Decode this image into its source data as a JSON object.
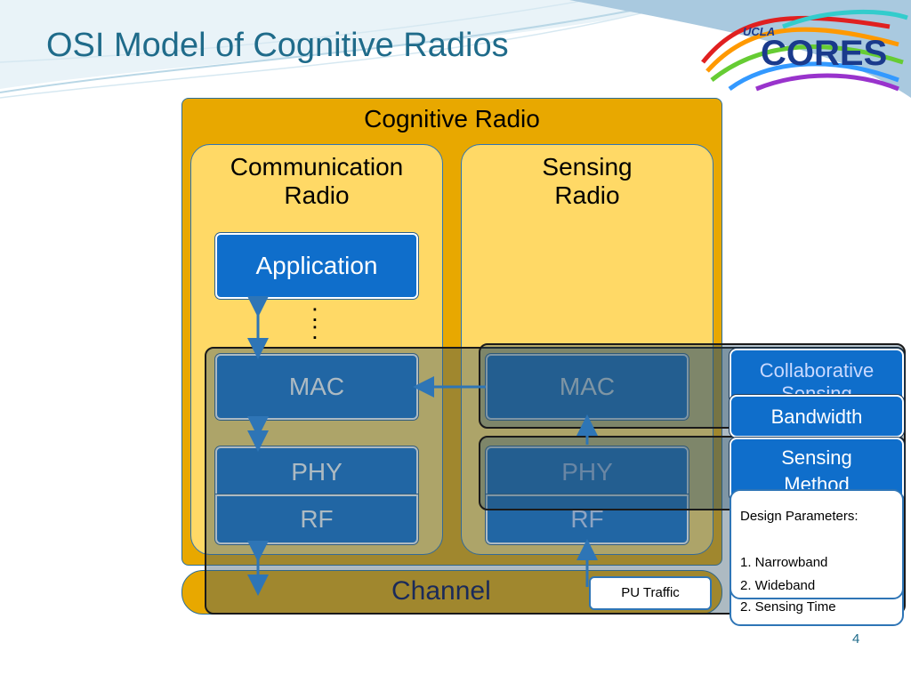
{
  "slide": {
    "title": "OSI Model of Cognitive Radios",
    "page_number": "4"
  },
  "logo": {
    "small_text": "UCLA",
    "main_text": "CORES"
  },
  "diagram": {
    "outer_label": "Cognitive Radio",
    "comm_radio": {
      "title_line1": "Communication",
      "title_line2": "Radio",
      "layers": [
        "Application",
        "MAC",
        "PHY",
        "RF"
      ],
      "ellipsis": ":"
    },
    "sensing_radio": {
      "title_line1": "Sensing",
      "title_line2": "Radio",
      "layers": [
        "MAC",
        "PHY",
        "RF"
      ]
    },
    "channel_label": "Channel",
    "pu_traffic_label": "PU Traffic",
    "params": {
      "collaborative_line1": "Collaborative",
      "collaborative_line2": "Sensing",
      "bandwidth": "Bandwidth",
      "sensing_method_line1": "Sensing",
      "sensing_method_line2": "Method"
    },
    "design_card": {
      "heading": "Design Parameters:",
      "items": [
        "1. Narrowband",
        "2. Wideband"
      ]
    },
    "behind_card_text": "2. Sensing Time"
  },
  "colors": {
    "title": "#1f6b8a",
    "outer_fill": "#e8a800",
    "column_fill": "#ffd966",
    "layer_fill": "#0f6ecb",
    "arrow": "#2e75b6"
  }
}
